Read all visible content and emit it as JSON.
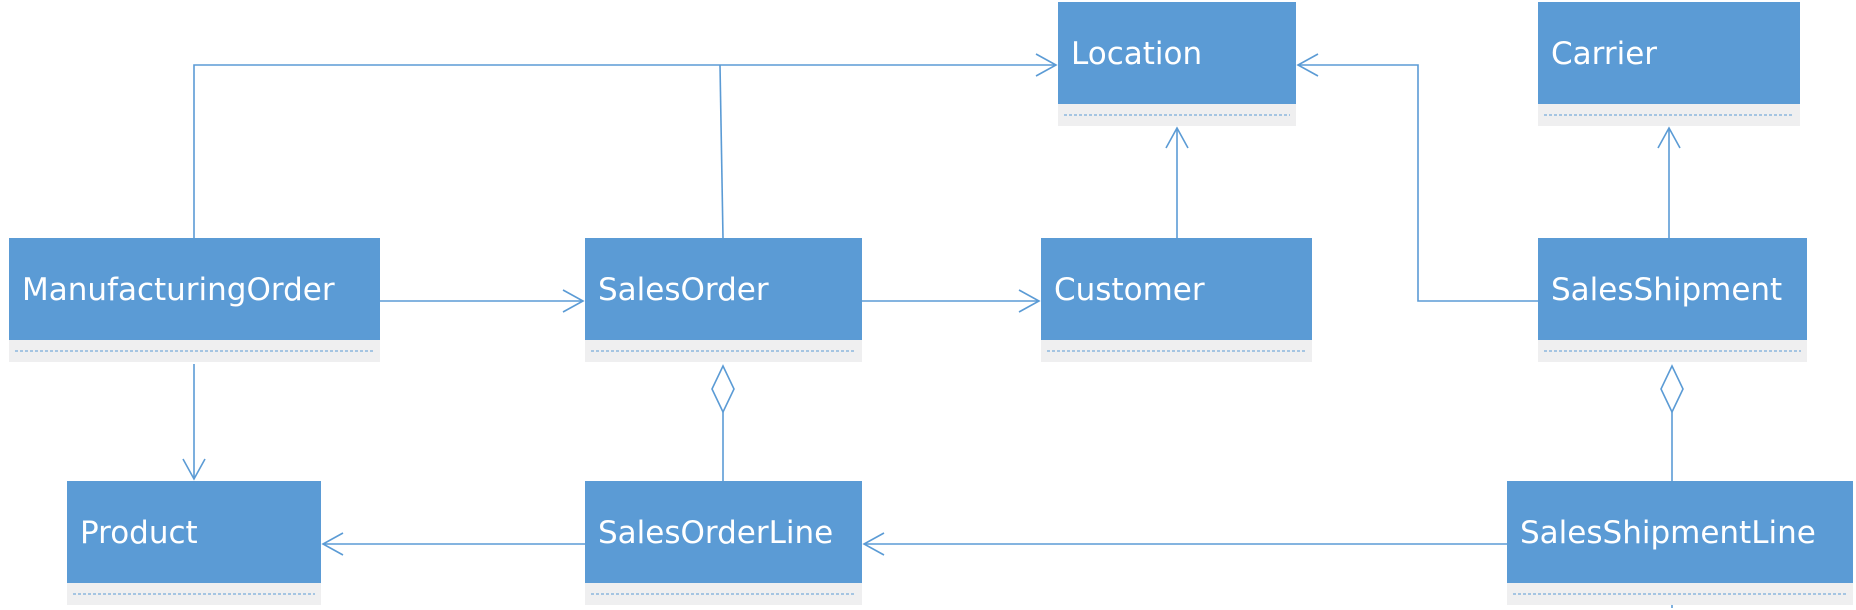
{
  "diagram": {
    "type": "uml-class-diagram",
    "colors": {
      "header": "#5b9bd5",
      "body": "#efeff0",
      "text": "#ffffff",
      "line": "#5b9bd5"
    },
    "classes": [
      {
        "id": "location",
        "name": "Location"
      },
      {
        "id": "carrier",
        "name": "Carrier"
      },
      {
        "id": "manufacturing-order",
        "name": "ManufacturingOrder"
      },
      {
        "id": "sales-order",
        "name": "SalesOrder"
      },
      {
        "id": "customer",
        "name": "Customer"
      },
      {
        "id": "sales-shipment",
        "name": "SalesShipment"
      },
      {
        "id": "product",
        "name": "Product"
      },
      {
        "id": "sales-order-line",
        "name": "SalesOrderLine"
      },
      {
        "id": "sales-shipment-line",
        "name": "SalesShipmentLine"
      }
    ],
    "relationships": [
      {
        "from": "manufacturing-order",
        "to": "location",
        "kind": "association"
      },
      {
        "from": "sales-order",
        "to": "location",
        "kind": "association"
      },
      {
        "from": "manufacturing-order",
        "to": "sales-order",
        "kind": "association"
      },
      {
        "from": "sales-order",
        "to": "customer",
        "kind": "association"
      },
      {
        "from": "customer",
        "to": "location",
        "kind": "association"
      },
      {
        "from": "sales-shipment",
        "to": "location",
        "kind": "association"
      },
      {
        "from": "sales-shipment",
        "to": "carrier",
        "kind": "association"
      },
      {
        "from": "manufacturing-order",
        "to": "product",
        "kind": "association"
      },
      {
        "from": "sales-order-line",
        "to": "product",
        "kind": "association"
      },
      {
        "from": "sales-shipment-line",
        "to": "sales-order-line",
        "kind": "association"
      },
      {
        "from": "sales-order-line",
        "to": "sales-order",
        "kind": "aggregation"
      },
      {
        "from": "sales-shipment-line",
        "to": "sales-shipment",
        "kind": "aggregation"
      }
    ]
  }
}
